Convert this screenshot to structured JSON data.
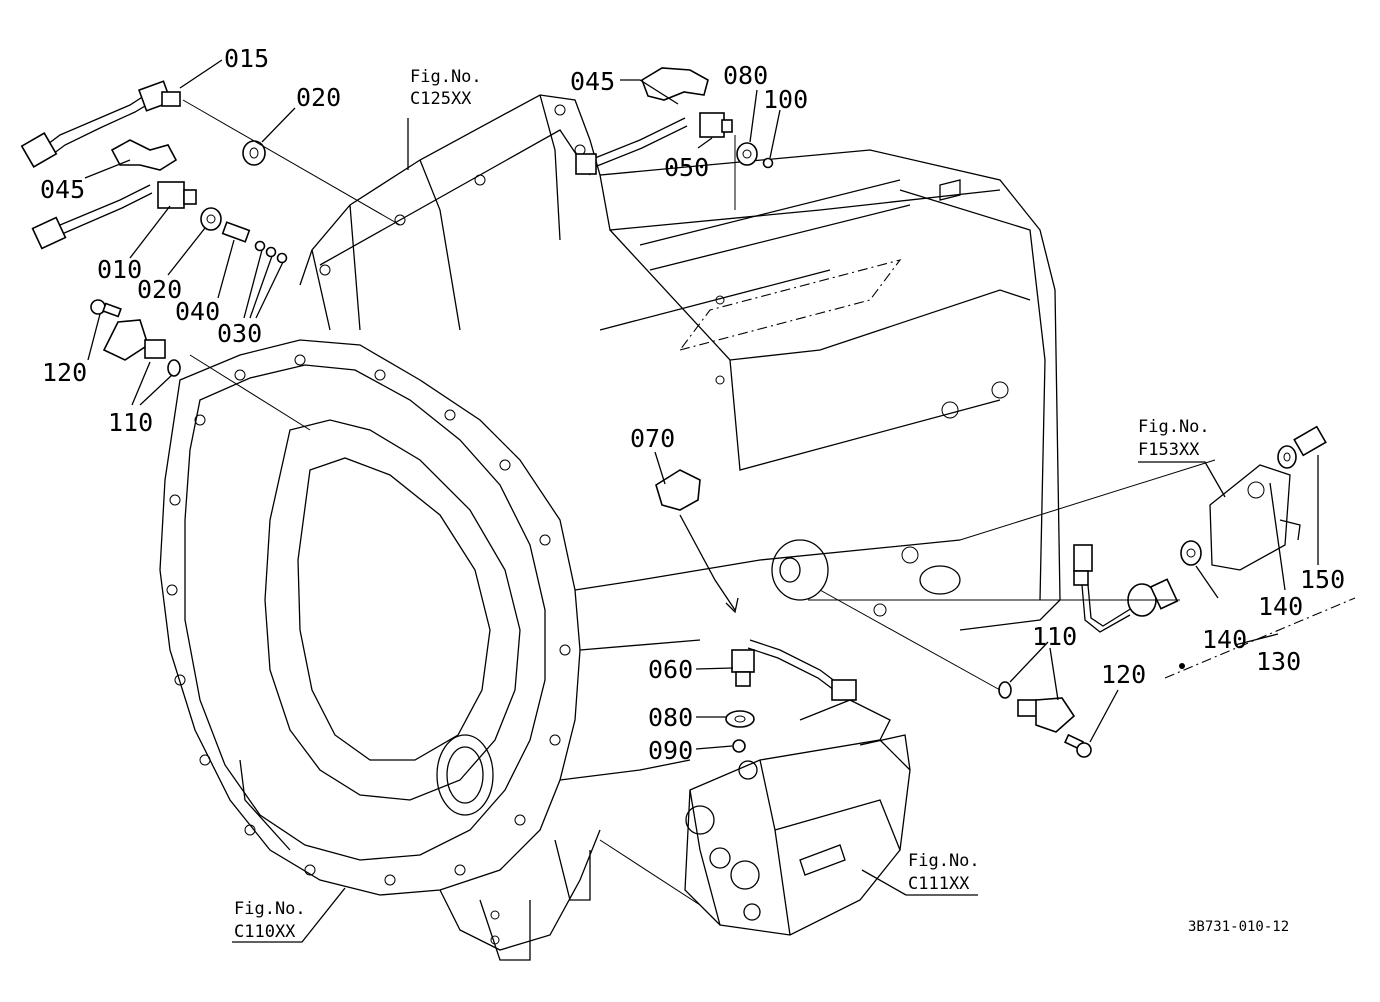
{
  "callouts": {
    "c015": "015",
    "c020a": "020",
    "c045a": "045",
    "c010": "010",
    "c020b": "020",
    "c040": "040",
    "c030": "030",
    "c120a": "120",
    "c110a": "110",
    "c045b": "045",
    "c080a": "080",
    "c100": "100",
    "c050": "050",
    "c070": "070",
    "c060": "060",
    "c080b": "080",
    "c090": "090",
    "c110b": "110",
    "c120b": "120",
    "c140a": "140",
    "c140b": "140",
    "c150": "150",
    "c130": "130"
  },
  "figure_refs": {
    "c125": {
      "label": "Fig.No.",
      "code": "C125XX"
    },
    "f153": {
      "label": "Fig.No.",
      "code": "F153XX"
    },
    "c111": {
      "label": "Fig.No.",
      "code": "C111XX"
    },
    "c110": {
      "label": "Fig.No.",
      "code": "C110XX"
    }
  },
  "drawing_code": "3B731-010-12"
}
